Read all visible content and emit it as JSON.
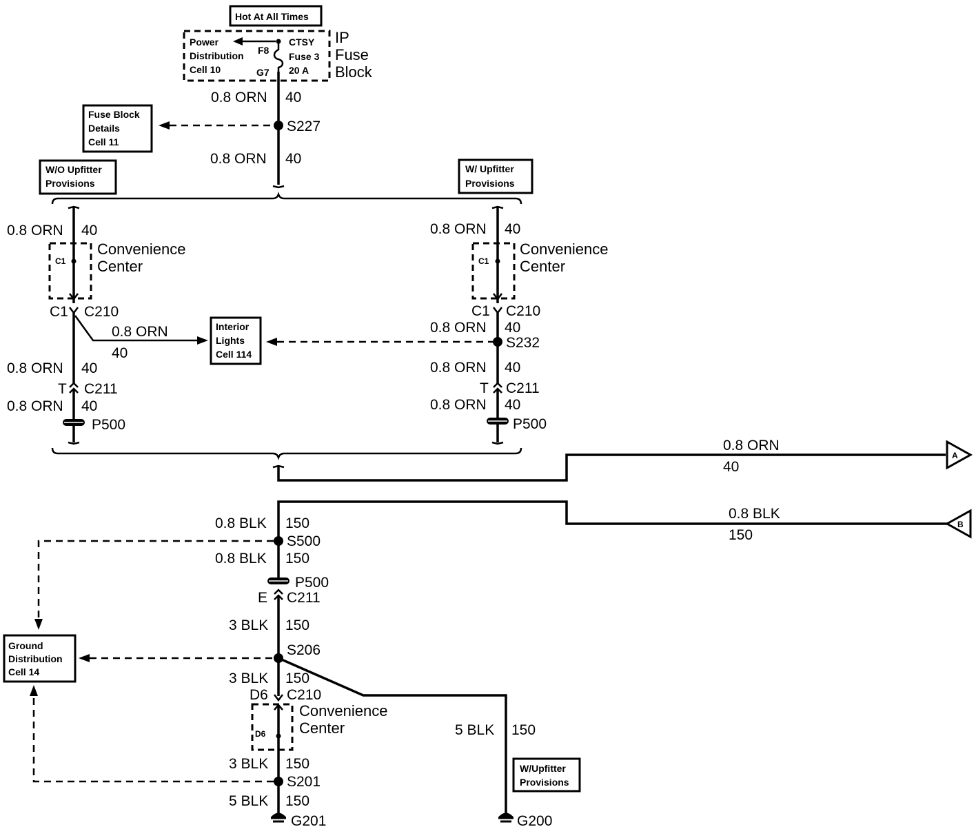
{
  "power": {
    "hot_label": "Hot At All Times",
    "pd_line1": "Power",
    "pd_line2": "Distribution",
    "pd_line3": "Cell 10",
    "fuse_top_pin": "F8",
    "fuse_bottom_pin": "G7",
    "fuse_line1": "CTSY",
    "fuse_line2": "Fuse 3",
    "fuse_line3": "20 A",
    "block_line1": "IP",
    "block_line2": "Fuse",
    "block_line3": "Block"
  },
  "top": {
    "wire1_gauge": "0.8 ORN",
    "wire1_circuit": "40",
    "splice": "S227",
    "wire2_gauge": "0.8 ORN",
    "wire2_circuit": "40",
    "fb_line1": "Fuse Block",
    "fb_line2": "Details",
    "fb_line3": "Cell 11"
  },
  "left_branch": {
    "opt_line1": "W/O Upfitter",
    "opt_line2": "Provisions",
    "w1_gauge": "0.8 ORN",
    "w1_circuit": "40",
    "cc_line1": "Convenience",
    "cc_line2": "Center",
    "cc_pin": "C1",
    "conn_pin": "C1",
    "conn_name": "C210",
    "tap_gauge": "0.8 ORN",
    "tap_circuit": "40",
    "w2_gauge": "0.8 ORN",
    "w2_circuit": "40",
    "c211_pin": "T",
    "c211_name": "C211",
    "w3_gauge": "0.8 ORN",
    "w3_circuit": "40",
    "p500": "P500"
  },
  "interior": {
    "line1": "Interior",
    "line2": "Lights",
    "line3": "Cell 114"
  },
  "right_branch": {
    "opt_line1": "W/ Upfitter",
    "opt_line2": "Provisions",
    "w1_gauge": "0.8 ORN",
    "w1_circuit": "40",
    "cc_line1": "Convenience",
    "cc_line2": "Center",
    "cc_pin": "C1",
    "conn_pin": "C1",
    "conn_name": "C210",
    "w2_gauge": "0.8 ORN",
    "w2_circuit": "40",
    "splice": "S232",
    "w3_gauge": "0.8 ORN",
    "w3_circuit": "40",
    "c211_pin": "T",
    "c211_name": "C211",
    "w4_gauge": "0.8 ORN",
    "w4_circuit": "40",
    "p500": "P500"
  },
  "offpage": {
    "a_gauge": "0.8 ORN",
    "a_circuit": "40",
    "a_label": "A",
    "b_gauge": "0.8 BLK",
    "b_circuit": "150",
    "b_label": "B"
  },
  "ground": {
    "w1_gauge": "0.8 BLK",
    "w1_circuit": "150",
    "s500": "S500",
    "w2_gauge": "0.8 BLK",
    "w2_circuit": "150",
    "p500": "P500",
    "c211_pin": "E",
    "c211_name": "C211",
    "w3_gauge": "3 BLK",
    "w3_circuit": "150",
    "s206": "S206",
    "w4_gauge": "3 BLK",
    "w4_circuit": "150",
    "c210_pin": "D6",
    "c210_name": "C210",
    "cc_line1": "Convenience",
    "cc_line2": "Center",
    "cc_pin": "D6",
    "w5_gauge": "3 BLK",
    "w5_circuit": "150",
    "s201": "S201",
    "w6_gauge": "5 BLK",
    "w6_circuit": "150",
    "g201": "G201",
    "r_gauge": "5 BLK",
    "r_circuit": "150",
    "g200": "G200",
    "upf_line1": "W/Upfitter",
    "upf_line2": "Provisions",
    "gd_line1": "Ground",
    "gd_line2": "Distribution",
    "gd_line3": "Cell 14"
  }
}
